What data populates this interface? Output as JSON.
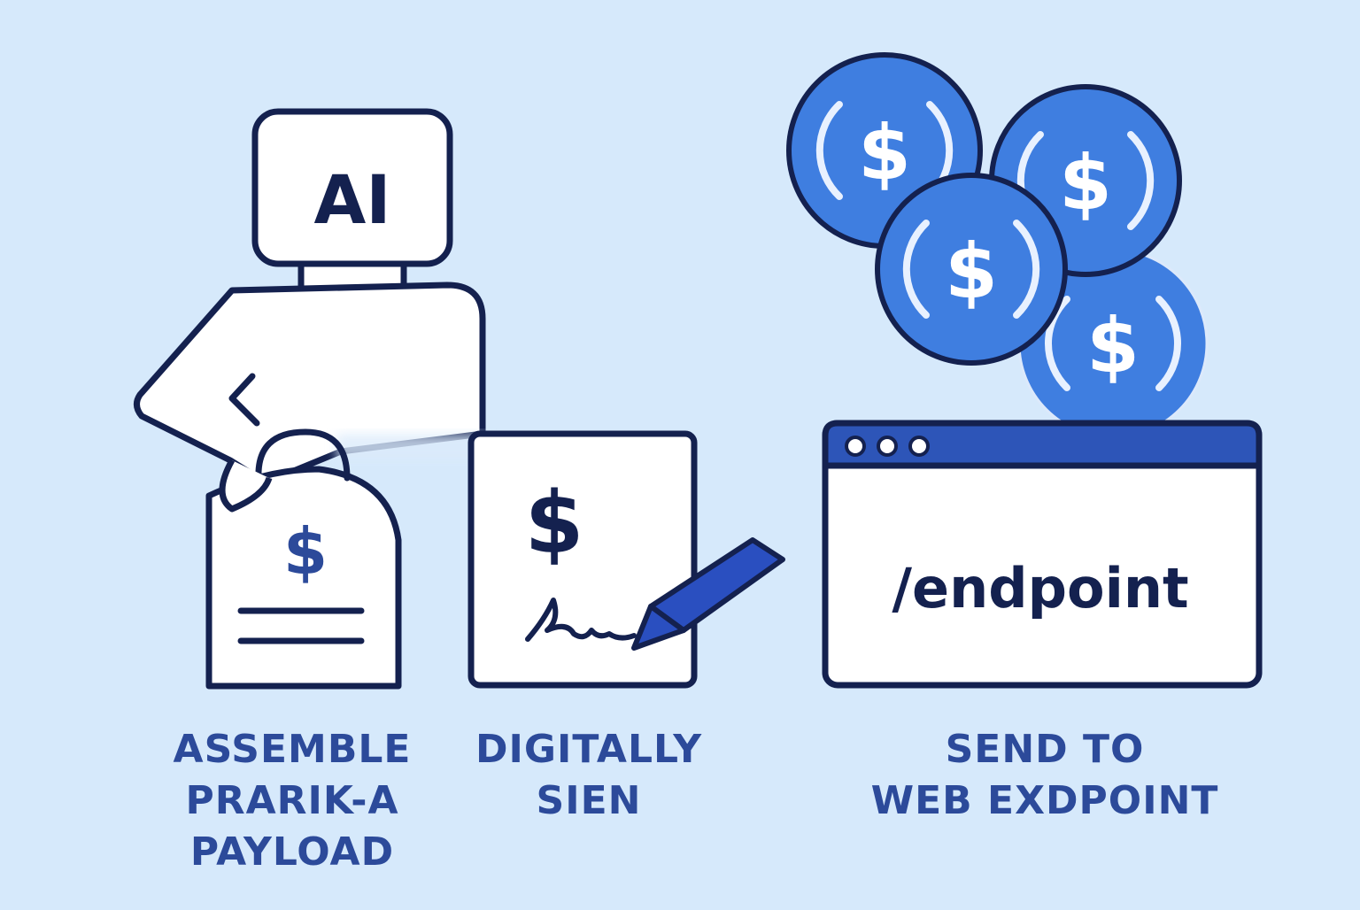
{
  "colors": {
    "background": "#d6e9fb",
    "outline": "#14214f",
    "coin": "#3f7ee0",
    "browser_bar": "#2d55b8",
    "caption": "#2c4a9a",
    "pen": "#2a4fc0"
  },
  "robot": {
    "head_label": "AI"
  },
  "money_bag": {
    "symbol": "$"
  },
  "document": {
    "symbol": "$",
    "signature_icon": "signature-scribble",
    "pen_icon": "pen-icon"
  },
  "coins": {
    "symbol": "$"
  },
  "browser": {
    "path_text": "/endpoint"
  },
  "steps": [
    {
      "lines": [
        "ASSEMBLE",
        "PRARIK-A",
        "PAYLOAD"
      ]
    },
    {
      "lines": [
        "DIGITALLY",
        "SIEN"
      ]
    },
    {
      "lines": [
        "SEND TO",
        "WEB EXDPOINT"
      ]
    }
  ]
}
